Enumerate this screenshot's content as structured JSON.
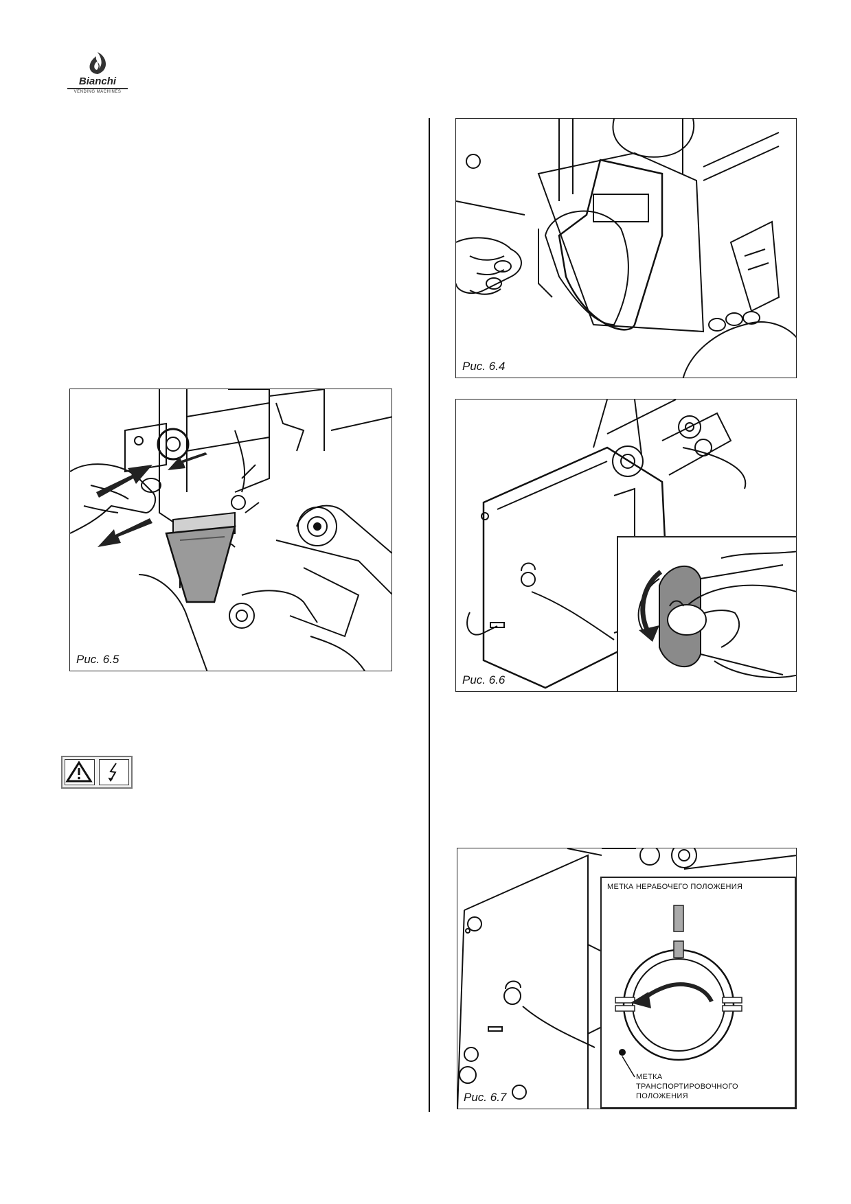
{
  "header": {
    "brand_name": "Bianchi",
    "brand_tagline": "VENDING MACHINES"
  },
  "figures": {
    "fig_6_4": {
      "caption": "Рис. 6.4"
    },
    "fig_6_5": {
      "caption": "Рис. 6.5"
    },
    "fig_6_6": {
      "caption": "Рис. 6.6"
    },
    "fig_6_7": {
      "caption": "Рис. 6.7",
      "label_top": "МЕТКА НЕРАБОЧЕГО ПОЛОЖЕНИЯ",
      "label_bottom_line1": "МЕТКА",
      "label_bottom_line2": "ТРАНСПОРТИРОВОЧНОГО",
      "label_bottom_line3": "ПОЛОЖЕНИЯ"
    }
  },
  "warning": {
    "icons": [
      "warning-triangle-icon",
      "electric-hazard-icon"
    ]
  }
}
